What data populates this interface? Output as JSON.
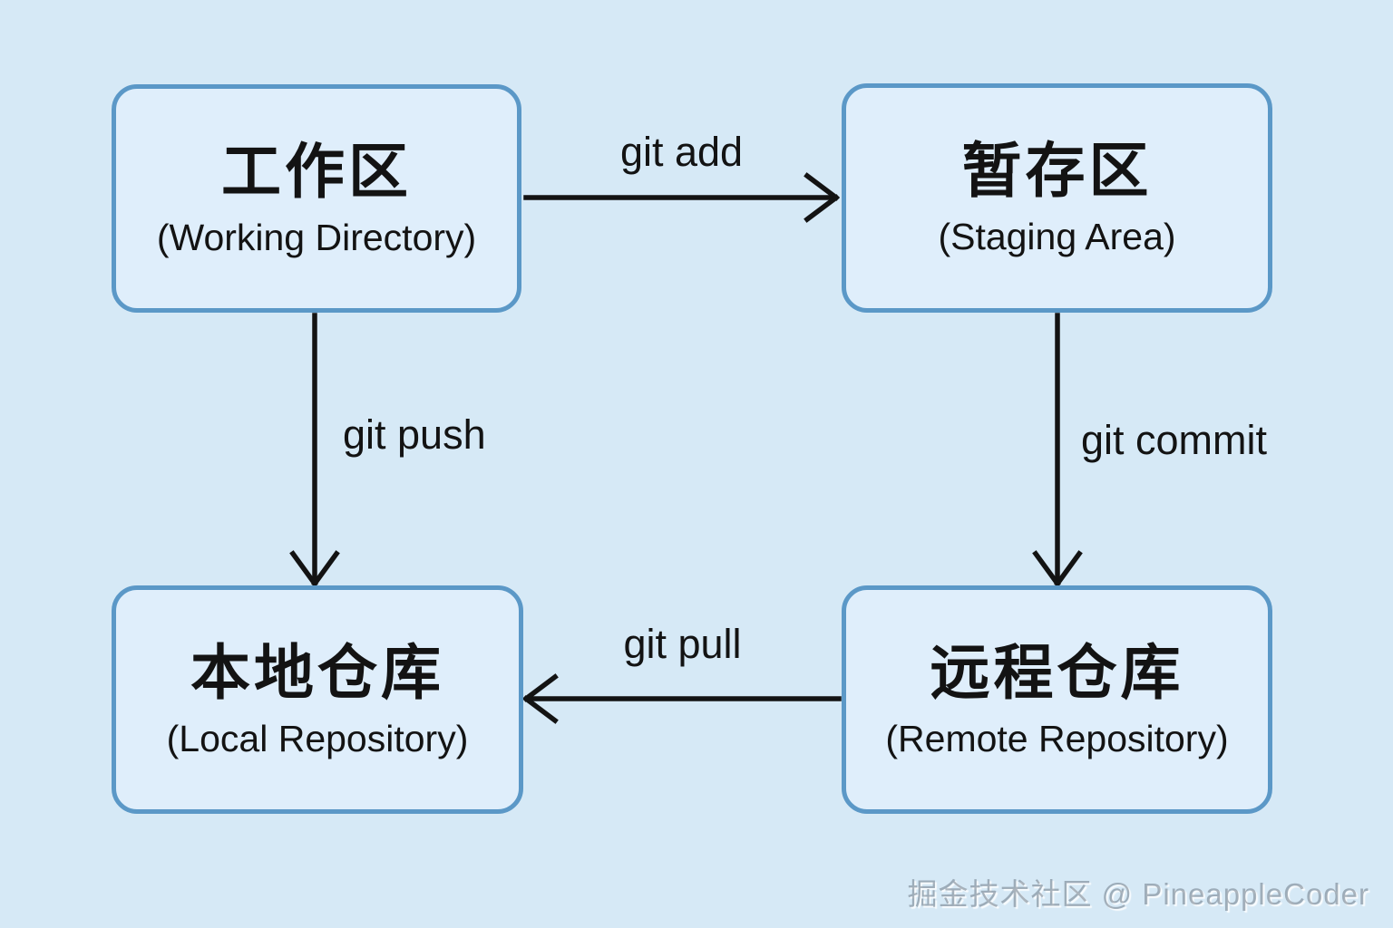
{
  "diagram": {
    "title": "Git workflow diagram",
    "colors": {
      "background": "#d6e9f6",
      "node_fill": "#dfeefb",
      "node_border": "#5b98c7",
      "arrow": "#131313",
      "text": "#131313"
    },
    "nodes": [
      {
        "id": "working-directory",
        "title_zh": "工作区",
        "subtitle_en": "(Working Directory)"
      },
      {
        "id": "staging-area",
        "title_zh": "暂存区",
        "subtitle_en": "(Staging Area)"
      },
      {
        "id": "local-repository",
        "title_zh": "本地仓库",
        "subtitle_en": "(Local Repository)"
      },
      {
        "id": "remote-repository",
        "title_zh": "远程仓库",
        "subtitle_en": "(Remote Repository)"
      }
    ],
    "edges": [
      {
        "label": "git add",
        "from": "working-directory",
        "to": "staging-area",
        "direction": "right"
      },
      {
        "label": "git push",
        "from": "working-directory",
        "to": "local-repository",
        "direction": "down"
      },
      {
        "label": "git commit",
        "from": "staging-area",
        "to": "remote-repository",
        "direction": "down"
      },
      {
        "label": "git pull",
        "from": "remote-repository",
        "to": "local-repository",
        "direction": "left"
      }
    ],
    "watermark": "掘金技术社区 @ PineappleCoder"
  }
}
